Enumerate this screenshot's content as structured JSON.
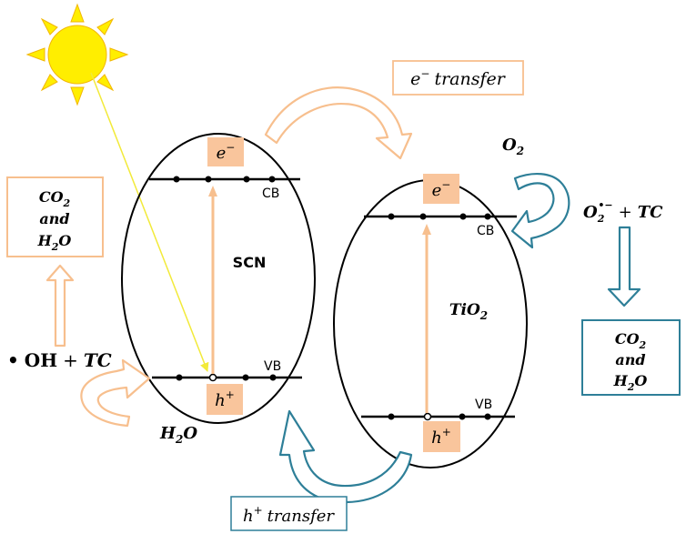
{
  "scn": {
    "label": "SCN",
    "cb": "CB",
    "vb": "VB",
    "electron": "e",
    "electron_sup": "−",
    "hole": "h",
    "hole_sup": "+"
  },
  "tio2": {
    "label_main": "TiO",
    "label_sub": "2",
    "cb": "CB",
    "vb": "VB",
    "electron": "e",
    "electron_sup": "−",
    "hole": "h",
    "hole_sup": "+"
  },
  "e_transfer": {
    "sym": "e",
    "sup": "−",
    "text": "transfer"
  },
  "h_transfer": {
    "sym": "h",
    "sup": "+",
    "text": "transfer"
  },
  "left_product": {
    "line1": "CO",
    "line1_sub": "2",
    "line2": "and",
    "line3": "H",
    "line3_sub": "2",
    "line3_end": "O"
  },
  "right_product": {
    "line1": "CO",
    "line1_sub": "2",
    "line2": "and",
    "line3": "H",
    "line3_sub": "2",
    "line3_end": "O"
  },
  "oh_reaction": {
    "dot": "•",
    "oh": "OH",
    "plus": "+",
    "tc": "TC"
  },
  "h2o": {
    "h": "H",
    "sub": "2",
    "o": "O"
  },
  "o2": {
    "o": "O",
    "sub": "2"
  },
  "superoxide": {
    "o": "O",
    "sub": "2",
    "sup": "•−",
    "plus": "+",
    "tc": "TC"
  },
  "colors": {
    "peach": "#f7bf8e",
    "peach_fill": "#f9c59c",
    "teal": "#2e7f98",
    "sun": "#ffee00",
    "beam": "#f2ea3a"
  }
}
